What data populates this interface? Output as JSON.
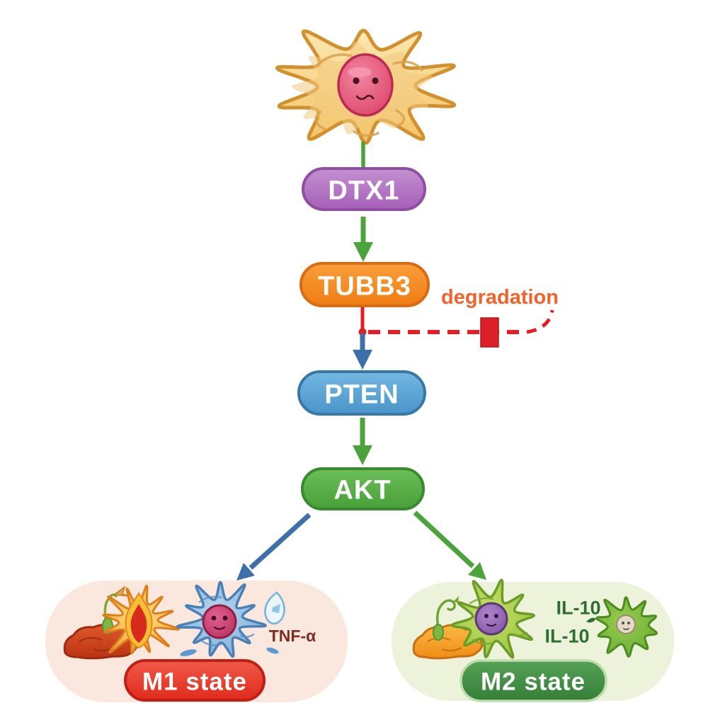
{
  "figure": {
    "kind": "macrophage-polarization-signaling-pathway",
    "background_color": "#FFFFFF"
  },
  "source_cell": {
    "icon": "macrophage-cell-icon",
    "body_color": "#F6CF7E",
    "nucleus_color": "#DC4168"
  },
  "nodes": {
    "dtx1": {
      "label": "DTX1",
      "fill": "#A864BC",
      "border": "#8E4FA0"
    },
    "tubb3": {
      "label": "TUBB3",
      "fill": "#EF7D12",
      "border": "#D96B12"
    },
    "pten": {
      "label": "PTEN",
      "fill": "#4A94CA",
      "border": "#3878A8"
    },
    "akt": {
      "label": "AKT",
      "fill": "#47A038",
      "border": "#388A2E"
    }
  },
  "inhibition": {
    "label": "degradation",
    "label_color": "#F2622B",
    "line_color": "#E31E24",
    "line_style": "dashed",
    "symbol": "red-block-rectangle"
  },
  "edges": [
    {
      "from": "macrophage",
      "to": "DTX1",
      "color": "#4BA33B",
      "style": "line"
    },
    {
      "from": "DTX1",
      "to": "TUBB3",
      "color": "#4BA33B",
      "style": "arrow"
    },
    {
      "from": "TUBB3",
      "to": "PTEN",
      "color": "#3E6FAB",
      "style": "arrow"
    },
    {
      "from": "PTEN",
      "to": "AKT",
      "color": "#4BA33B",
      "style": "arrow"
    },
    {
      "from": "AKT",
      "to": "M1 state",
      "color": "#3E6FAB",
      "style": "arrow"
    },
    {
      "from": "AKT",
      "to": "M2 state",
      "color": "#4BA33B",
      "style": "arrow"
    }
  ],
  "m1_panel": {
    "label": "M1 state",
    "pill_fill": "#E02A1C",
    "pill_border": "#C21F14",
    "panel_fill": "#FAE8DF",
    "cytokine": "TNF-α",
    "cytokine_color": "#7B2D20",
    "icons": [
      "inflamed-tissue-icon",
      "wilted-sprout-icon",
      "flame-macrophage-icon",
      "m1-macrophage-icon",
      "cytokine-droplet-icon"
    ]
  },
  "m2_panel": {
    "label": "M2 state",
    "pill_fill": "#357E39",
    "pill_border": "#BFDCAB",
    "panel_fill": "#EDF2DB",
    "cytokine": "IL-10",
    "cytokine_count": 2,
    "cytokine_color": "#2D6F33",
    "icons": [
      "healing-tissue-icon",
      "green-sprout-icon",
      "m2-macrophage-icon",
      "m2-small-cell-icon",
      "leaf-icon"
    ]
  }
}
